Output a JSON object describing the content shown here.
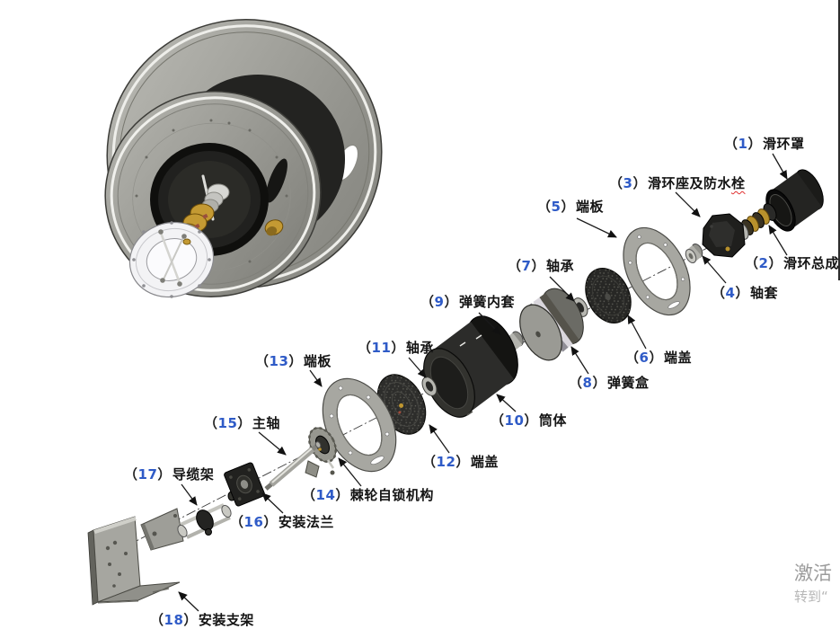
{
  "label_format": {
    "open_paren": "（",
    "close_paren": "）",
    "number_color": "#2f5bc7",
    "text_color": "#141414",
    "misspell_underline_color": "#e03030"
  },
  "parts": [
    {
      "num": "1",
      "name": "滑环罩"
    },
    {
      "num": "2",
      "name": "滑环总成"
    },
    {
      "num": "3",
      "name": "滑环座及防水栓",
      "misspell_last_char": true
    },
    {
      "num": "4",
      "name": "轴套"
    },
    {
      "num": "5",
      "name": "端板"
    },
    {
      "num": "6",
      "name": "端盖"
    },
    {
      "num": "7",
      "name": "轴承"
    },
    {
      "num": "8",
      "name": "弹簧盒"
    },
    {
      "num": "9",
      "name": "弹簧内套"
    },
    {
      "num": "10",
      "name": "筒体"
    },
    {
      "num": "11",
      "name": "轴承"
    },
    {
      "num": "12",
      "name": "端盖"
    },
    {
      "num": "13",
      "name": "端板"
    },
    {
      "num": "14",
      "name": "棘轮自锁机构"
    },
    {
      "num": "15",
      "name": "主轴"
    },
    {
      "num": "16",
      "name": "安装法兰"
    },
    {
      "num": "17",
      "name": "导缆架"
    },
    {
      "num": "18",
      "name": "安装支架"
    }
  ],
  "watermark": {
    "line1": "激活",
    "line2": "转到“",
    "line1_color": "#9b9b9b",
    "line2_color": "#b6b6b6"
  },
  "graphic_colors": {
    "flange_gray": "#9c9c96",
    "drum_dark": "#232321",
    "slip_ring_gold": "#c49a33",
    "leader_line": "#1a1a1a"
  }
}
